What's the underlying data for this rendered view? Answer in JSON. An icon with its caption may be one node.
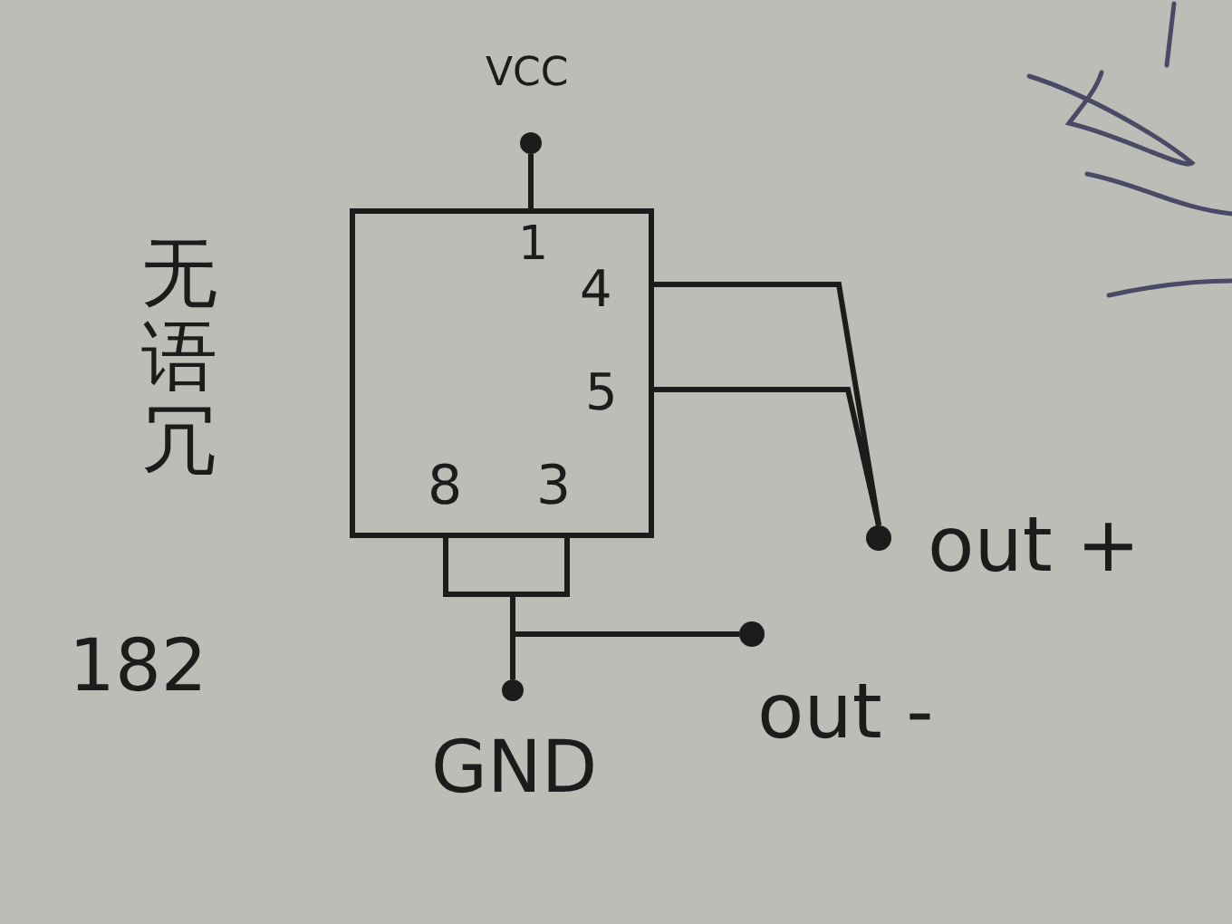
{
  "diagram": {
    "nodes": [
      {
        "text": [],
        "shape": "box"
      },
      {
        "text": [],
        "shape": "circle",
        "beside": [
          "VCC"
        ]
      },
      {
        "text": [],
        "shape": "circle",
        "beside": [
          "out +"
        ]
      },
      {
        "text": [],
        "shape": "circle",
        "beside": [
          "out -"
        ]
      },
      {
        "text": [],
        "shape": "circle",
        "beside": [
          "GND"
        ]
      }
    ],
    "edges": [
      {
        "from": 1,
        "to": 0,
        "arrow": "none"
      },
      {
        "from": 0,
        "to": 2,
        "arrow": "none"
      },
      {
        "from": 0,
        "to": 2,
        "arrow": "none"
      },
      {
        "from": 0,
        "to": 3,
        "arrow": "none"
      },
      {
        "from": 0,
        "to": 4,
        "arrow": "none"
      }
    ],
    "labels": [
      "1",
      "4",
      "5",
      "8",
      "3",
      "无语冗",
      "182"
    ]
  }
}
